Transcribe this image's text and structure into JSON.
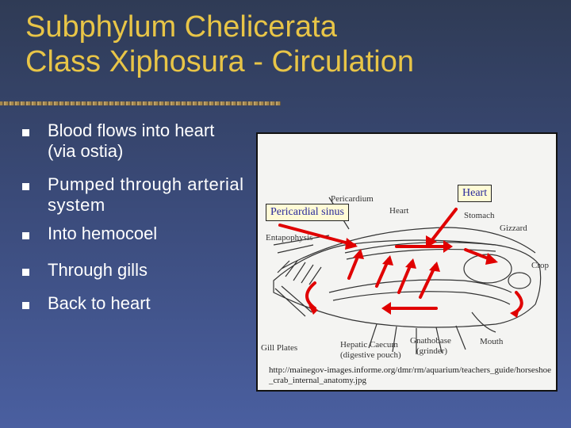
{
  "slide": {
    "title_line1": "Subphylum Chelicerata",
    "title_line2": "Class Xiphosura - Circulation",
    "bullets": [
      {
        "text": "Blood flows into heart (via ostia)"
      },
      {
        "text": "Pumped through arterial system"
      },
      {
        "text": "Into hemocoel"
      },
      {
        "text": "Through gills"
      },
      {
        "text": "Back to heart"
      }
    ]
  },
  "figure": {
    "callouts": {
      "pericardial_sinus": "Pericardial sinus",
      "heart": "Heart"
    },
    "labels": {
      "pericardium": "Pericardium",
      "heart": "Heart",
      "stomach": "Stomach",
      "gizzard": "Gizzard",
      "entapophysis": "Entapophysis",
      "crop": "Crop",
      "gill_plates": "Gill Plates",
      "hepatic_caecum": "Hepatic Caecum",
      "digestive_pouch": "(digestive pouch)",
      "gnathobase": "Gnathobase",
      "grinder": "(grinder)",
      "mouth": "Mouth"
    },
    "source_url": "http://mainegov-images.informe.org/dmr/rm/aquarium/teachers_guide/horseshoe_crab_internal_anatomy.jpg"
  },
  "colors": {
    "title": "#e8c547",
    "bullet_text": "#ffffff",
    "arrow": "#e00000",
    "callout_bg": "#fffbd6"
  }
}
